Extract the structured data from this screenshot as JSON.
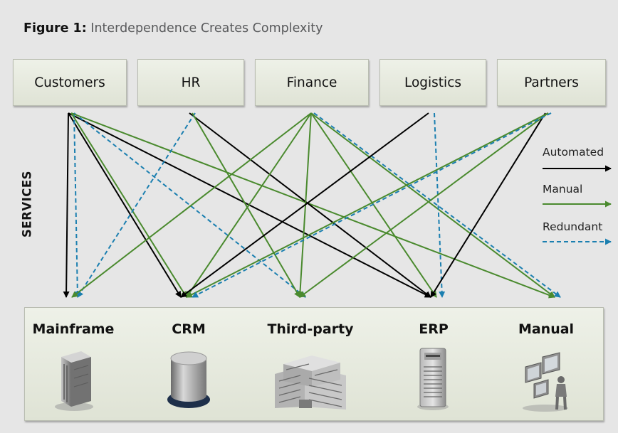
{
  "title": {
    "lead": "Figure 1:",
    "rest": "Interdependence Creates Complexity"
  },
  "domains": [
    "Customers",
    "HR",
    "Finance",
    "Logistics",
    "Partners"
  ],
  "side_label": "SERVICES",
  "systems": [
    "Mainframe",
    "CRM",
    "Third-party",
    "ERP",
    "Manual"
  ],
  "legend": [
    {
      "label": "Automated",
      "style": "solid",
      "color": "#000000"
    },
    {
      "label": "Manual",
      "style": "solid",
      "color": "#4a8a2e"
    },
    {
      "label": "Redundant",
      "style": "dashed",
      "color": "#1b7fb0"
    }
  ],
  "connections": [
    {
      "from": "Customers",
      "to": "Mainframe",
      "type": "Automated"
    },
    {
      "from": "Customers",
      "to": "CRM",
      "type": "Automated"
    },
    {
      "from": "Customers",
      "to": "ERP",
      "type": "Automated"
    },
    {
      "from": "Customers",
      "to": "Mainframe",
      "type": "Redundant"
    },
    {
      "from": "Customers",
      "to": "Third-party",
      "type": "Redundant"
    },
    {
      "from": "Customers",
      "to": "CRM",
      "type": "Manual"
    },
    {
      "from": "Customers",
      "to": "Manual",
      "type": "Manual"
    },
    {
      "from": "HR",
      "to": "ERP",
      "type": "Automated"
    },
    {
      "from": "HR",
      "to": "Mainframe",
      "type": "Redundant"
    },
    {
      "from": "HR",
      "to": "Third-party",
      "type": "Manual"
    },
    {
      "from": "Finance",
      "to": "Mainframe",
      "type": "Manual"
    },
    {
      "from": "Finance",
      "to": "CRM",
      "type": "Manual"
    },
    {
      "from": "Finance",
      "to": "Third-party",
      "type": "Manual"
    },
    {
      "from": "Finance",
      "to": "ERP",
      "type": "Manual"
    },
    {
      "from": "Finance",
      "to": "Manual",
      "type": "Manual"
    },
    {
      "from": "Finance",
      "to": "Manual",
      "type": "Redundant"
    },
    {
      "from": "Logistics",
      "to": "CRM",
      "type": "Automated"
    },
    {
      "from": "Logistics",
      "to": "ERP",
      "type": "Redundant"
    },
    {
      "from": "Partners",
      "to": "ERP",
      "type": "Automated"
    },
    {
      "from": "Partners",
      "to": "CRM",
      "type": "Manual"
    },
    {
      "from": "Partners",
      "to": "Third-party",
      "type": "Manual"
    },
    {
      "from": "Partners",
      "to": "CRM",
      "type": "Redundant"
    }
  ]
}
